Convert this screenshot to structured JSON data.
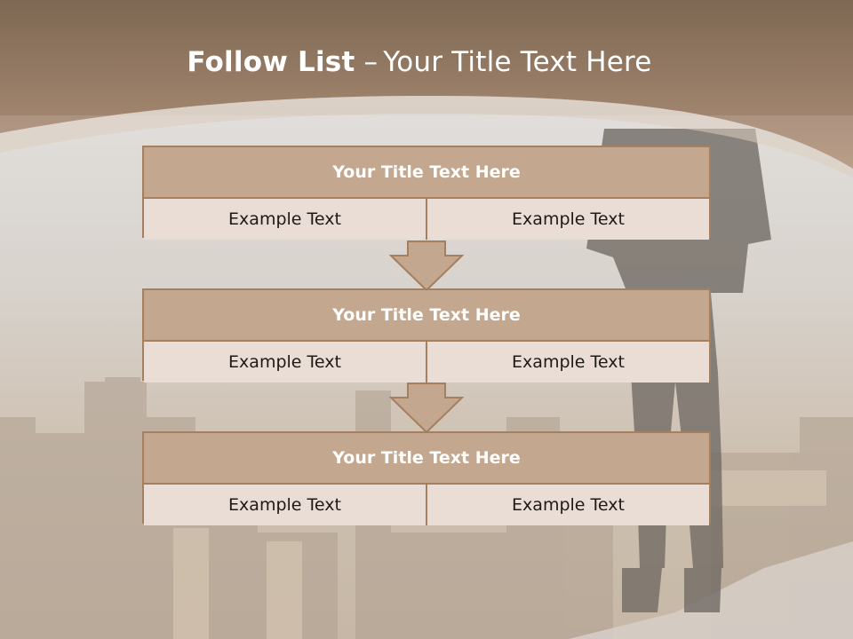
{
  "title": {
    "bold": "Follow List",
    "dash": "–",
    "rest": "Your Title Text Here"
  },
  "steps": [
    {
      "title": "Your Title Text Here",
      "left": "Example Text",
      "right": "Example Text"
    },
    {
      "title": "Your Title Text Here",
      "left": "Example Text",
      "right": "Example Text"
    },
    {
      "title": "Your Title Text Here",
      "left": "Example Text",
      "right": "Example Text"
    }
  ],
  "colors": {
    "header_band": "#a48368",
    "box_header": "#c3a78e",
    "box_border": "#a47f60",
    "box_cell": "#e9ddd5"
  }
}
